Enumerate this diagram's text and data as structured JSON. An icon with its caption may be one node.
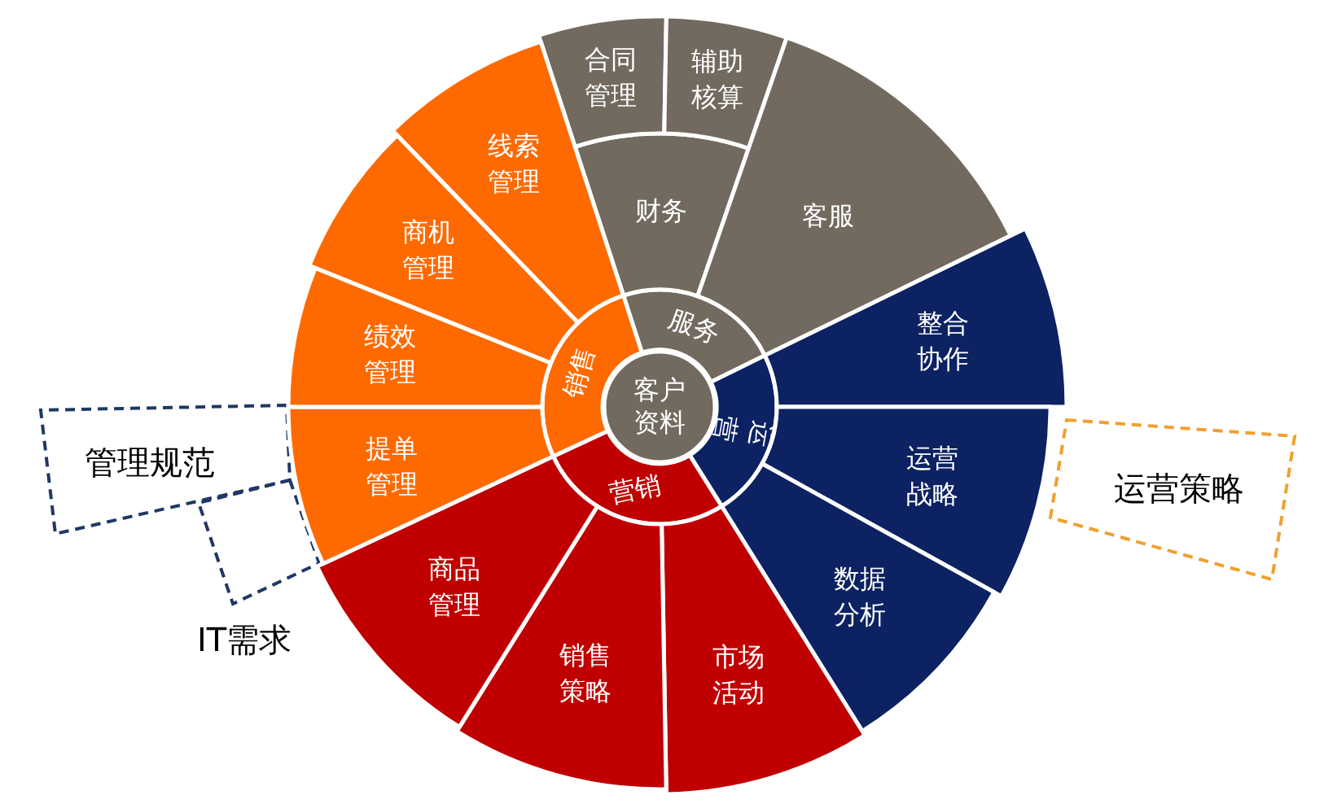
{
  "diagram": {
    "nodes": [
      {
        "text": [
          "客户资料"
        ]
      },
      {
        "text": [
          "服务"
        ]
      },
      {
        "text": [
          "财务"
        ]
      },
      {
        "text": [
          "合同管理"
        ]
      },
      {
        "text": [
          "辅助核算"
        ]
      },
      {
        "text": [
          "客服"
        ]
      },
      {
        "text": [
          "运营"
        ]
      },
      {
        "text": [
          "整合协作"
        ]
      },
      {
        "text": [
          "运营战略"
        ]
      },
      {
        "text": [
          "数据分析"
        ]
      },
      {
        "text": [
          "营销"
        ]
      },
      {
        "text": [
          "市场活动"
        ]
      },
      {
        "text": [
          "销售策略"
        ]
      },
      {
        "text": [
          "商品管理"
        ]
      },
      {
        "text": [
          "销售"
        ]
      },
      {
        "text": [
          "提单管理"
        ]
      },
      {
        "text": [
          "绩效管理"
        ]
      },
      {
        "text": [
          "商机管理"
        ]
      },
      {
        "text": [
          "线索管理"
        ]
      },
      {
        "text": [
          "管理规范"
        ]
      },
      {
        "text": [
          "IT需求"
        ]
      },
      {
        "text": [
          "运营策略"
        ]
      }
    ]
  }
}
